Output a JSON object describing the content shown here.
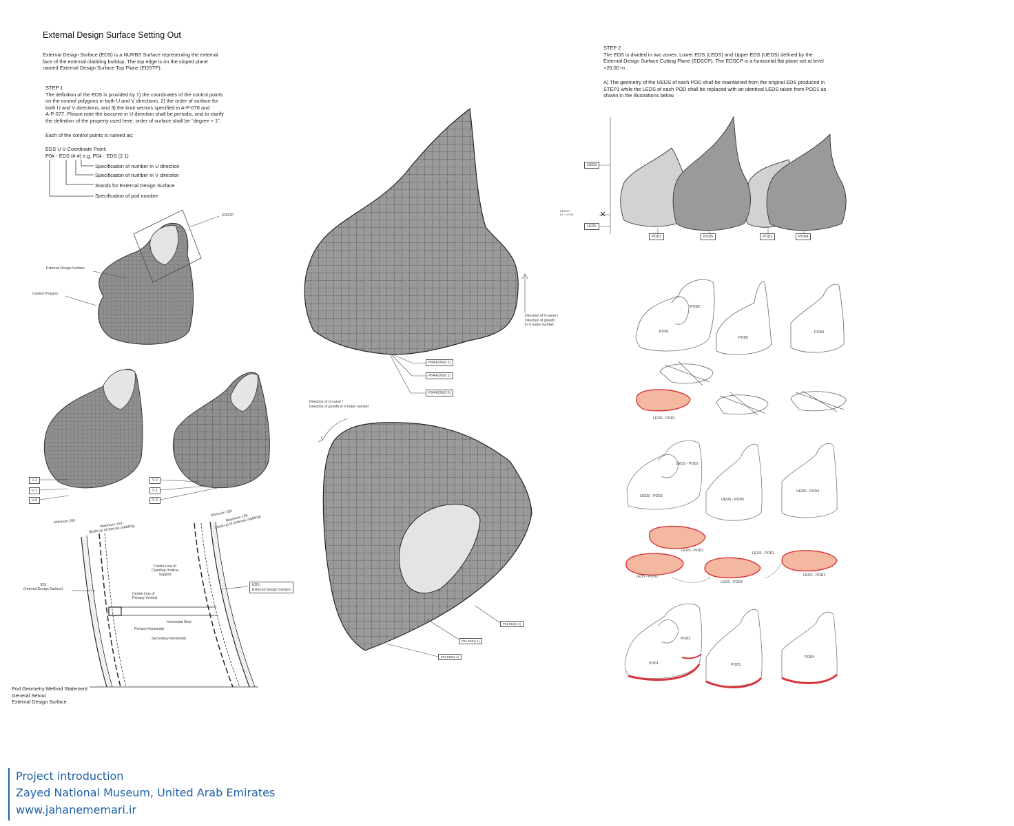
{
  "title": "External Design Surface Setting Out",
  "intro": "External Design Surface (EDS) is a NURBS Surface representing the external\nface of the external cladding buildup. The top edge is on the sloped plane\nnamed External Design Surface Top Plane (EDSTP).",
  "step1": "STEP 1\nThe definition of the EDS is provided by 1) the coordinates of the control points\non the  control polygons in both U and V directions, 2) the order of surface for\nboth U and V directions, and 3) the knot vectors specified in A-P-076 and\nA-P-077. Please note the isocurve in U direction shall be periodic, and to clarify\nthe definition of the property used here, order of surface shall be \"degree + 1\".",
  "naming_intro": "Each of the control points is named as;",
  "coord_heading": "EDS U V Coordinate Point;",
  "coord_example": "P0# - EDS (# #)  e.g. P04 - EDS (2 1)",
  "spec_labels": [
    "Specification of number in U direction",
    "Specification of number in V direction",
    "Stands for External Design Surface",
    "Specification of pod number"
  ],
  "diagram_labels": {
    "edstp": "EDSTP",
    "eds_surface": "External Design Surface",
    "control_polygon": "Control Polygon",
    "u_labels": [
      "U 2",
      "U 1",
      "U 0"
    ],
    "v_labels": [
      "V 2",
      "V 1",
      "V 0"
    ],
    "direction_v": "Direction of V-curve /\nDirection of growth\nin U index number",
    "direction_u": "Direction of U-curve /\nDirection of growth in V index number",
    "points_top": [
      "P04-EDS(0 2)",
      "P04-EDS(0 1)",
      "P04-EDS(0 0)"
    ],
    "points_bottom": [
      "P04-EDS(1 0)",
      "P04-EDS(1 1)",
      "P04-EDS(1 2)"
    ]
  },
  "section_labels": {
    "min_left": "Minimum 250",
    "max_left": "Maximum 150\n(Build-up of internal cladding)",
    "min_right": "Minimum 250",
    "max_right": "Maximum 150\n(Build-up of external cladding)",
    "ids": "IDS\n(Internal Design Surface)",
    "centre_primary": "Centre Line of\nPrimary Vertical",
    "centre_cladding": "Centre Line of\nCladding Vertical\nSupport",
    "eds_box": "EDS\nExternal Design Surface",
    "horizontal_strut": "Horizontal Strut",
    "primary_horizontal": "Primary Horizontal",
    "secondary_horizontal": "Secondary Horizontal"
  },
  "caption": "Pod Geometry Method Statement\nGeneral Setout\nExternal Design Surface",
  "step2": "STEP 2\nThe EDS is divided in two zones: Lower EDS (LEDS) and Upper EDS (UEDS) defined by the\nExternal Design Surface Cutting Plane (EDSCP). The EDSCP is a horizontal flat plane set at level\n+20.00 m .",
  "step2a": "A) The geometry of the UEDS of each POD shall be maintained from the original EDS produced in\nSTEP1 while the LEDS of each POD shall be replaced with an identical LEDS taken from POD1 as\nshown in the illustrations below.",
  "elevation_labels": {
    "ueds": "UEDS",
    "edscp": "EDSCP\nEL + 20.00",
    "leds": "LEDS",
    "pods": [
      "POD1",
      "POD5",
      "POD2",
      "POD4"
    ]
  },
  "row1": {
    "pods": [
      "POD2",
      "POD1",
      "POD5",
      "POD4"
    ],
    "leds": "LEDS - POD1"
  },
  "row2": {
    "ueds": [
      "UEDS - POD2",
      "UEDS - POD1",
      "UEDS - POD5",
      "UEDS - POD4"
    ],
    "leds": [
      "LEDS - POD1",
      "LEDS - POD1",
      "LEDS - POD1",
      "LEDS - POD1",
      "LEDS - POD1"
    ]
  },
  "row3": {
    "pods": [
      "POD2",
      "POD1",
      "POD5",
      "POD4"
    ]
  },
  "footer": {
    "line1": "Project introduction",
    "line2": "Zayed National Museum, United Arab Emirates",
    "line3": "www.jahanememari.ir"
  },
  "colors": {
    "surface_grey": "#9a9a9a",
    "light_grey": "#d4d4d4",
    "leds_salmon": "#f4b8a0",
    "leds_red": "#d8343a",
    "footer_blue": "#1f5fa8"
  }
}
